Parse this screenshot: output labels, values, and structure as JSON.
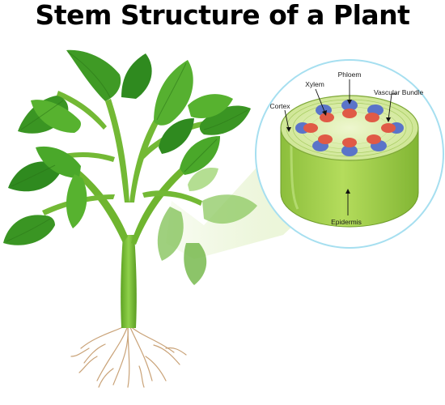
{
  "title": "Stem Structure of a Plant",
  "labels": {
    "phloem": "Phloem",
    "xylem": "Xylem",
    "vascular_bundle": "Vascular Bundle",
    "cortex": "Cortex",
    "epidermis": "Epidermis"
  },
  "colors": {
    "leaf_dark": "#2f8a1f",
    "leaf_mid": "#4caa2a",
    "leaf_light": "#8fd155",
    "stem": "#7cbf3a",
    "root": "#c9a277",
    "stem_side": "#95c64a",
    "stem_top": "#cfe88f",
    "xylem": "#e05a46",
    "phloem": "#5a74c9",
    "magnifier_ring": "#a6dff0"
  }
}
